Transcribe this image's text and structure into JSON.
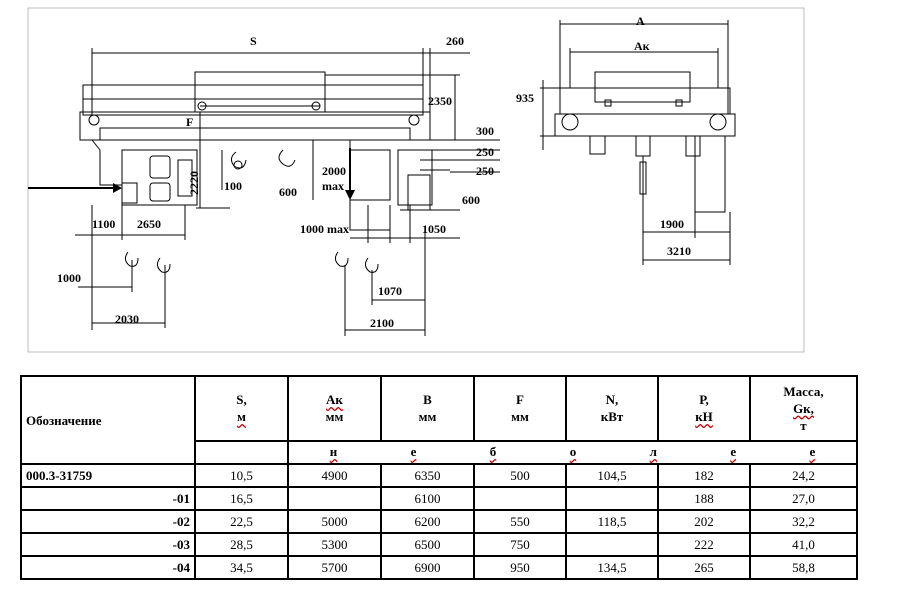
{
  "drawing": {
    "dims": {
      "S": "S",
      "d260": "260",
      "d2350": "2350",
      "d300": "300",
      "d250a": "250",
      "d250b": "250",
      "d600r": "600",
      "F": "F",
      "d2220": "2220",
      "d100": "100",
      "d600": "600",
      "d2000": "2000",
      "max": "max",
      "d1100": "1100",
      "d2650": "2650",
      "d1000max": "1000 max",
      "d1050": "1050",
      "d1000": "1000",
      "d2030": "2030",
      "d1070": "1070",
      "d2100": "2100",
      "A": "А",
      "Ak": "Ак",
      "d935": "935",
      "d1900": "1900",
      "d3210": "3210"
    }
  },
  "table": {
    "headers": [
      {
        "id": "designation",
        "line1": "Обозначение",
        "line2": ""
      },
      {
        "id": "S",
        "line1": "S,",
        "line2": "м"
      },
      {
        "id": "Ak",
        "line1": "Ак",
        "line2": "мм"
      },
      {
        "id": "B",
        "line1": "В",
        "line2": "мм"
      },
      {
        "id": "F",
        "line1": "F",
        "line2": "мм"
      },
      {
        "id": "N",
        "line1": "N,",
        "line2": "кВт"
      },
      {
        "id": "P",
        "line1": "Р,",
        "line2": "кН"
      },
      {
        "id": "mass",
        "line1": "Масса,",
        "line2": "Gк,",
        "line3": "т"
      }
    ],
    "units_row": [
      "н",
      "е",
      "б",
      "о",
      "л",
      "е",
      "е"
    ],
    "rows": [
      {
        "designation": "000.3-31759",
        "S": "10,5",
        "Ak": "4900",
        "B": "6350",
        "F": "500",
        "N": "104,5",
        "P": "182",
        "mass": "24,2"
      },
      {
        "designation": "-01",
        "S": "16,5",
        "Ak": "",
        "B": "6100",
        "F": "",
        "N": "",
        "P": "188",
        "mass": "27,0"
      },
      {
        "designation": "-02",
        "S": "22,5",
        "Ak": "5000",
        "B": "6200",
        "F": "550",
        "N": "118,5",
        "P": "202",
        "mass": "32,2"
      },
      {
        "designation": "-03",
        "S": "28,5",
        "Ak": "5300",
        "B": "6500",
        "F": "750",
        "N": "",
        "P": "222",
        "mass": "41,0"
      },
      {
        "designation": "-04",
        "S": "34,5",
        "Ak": "5700",
        "B": "6900",
        "F": "950",
        "N": "134,5",
        "P": "265",
        "mass": "58,8"
      }
    ]
  }
}
